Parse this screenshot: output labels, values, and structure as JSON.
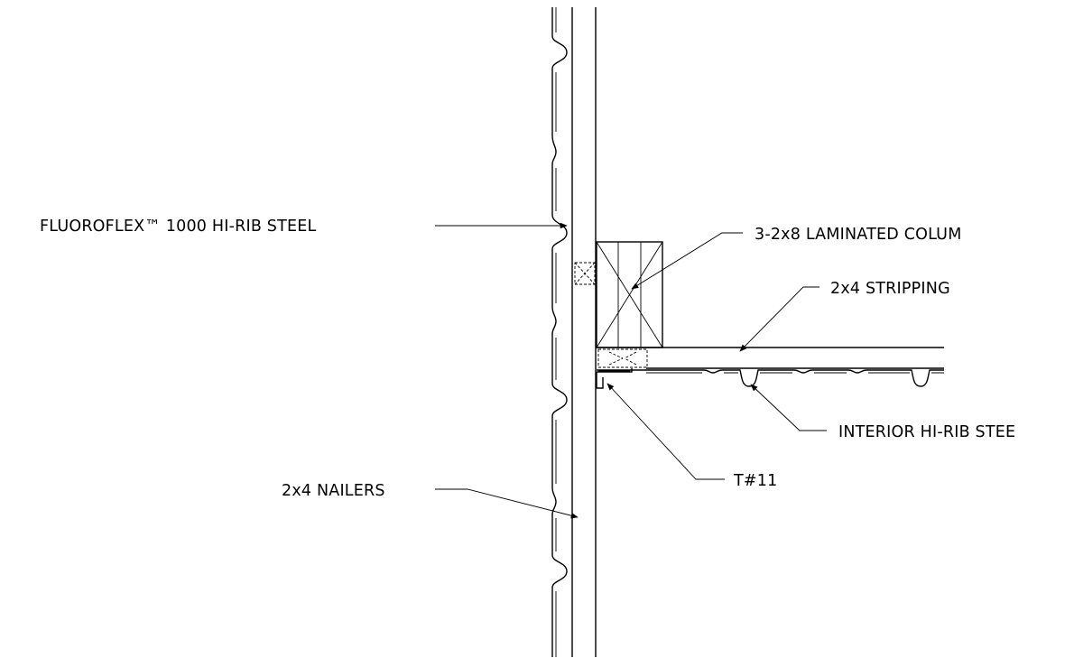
{
  "labels": {
    "fluoroflex": "FLUOROFLEX™ 1000 HI-RIB STEEL",
    "column": "3-2x8 LAMINATED COLUM",
    "stripping": "2x4 STRIPPING",
    "interior_steel": "INTERIOR HI-RIB STEE",
    "t11": "T#11",
    "nailers": "2x4 NAILERS"
  },
  "colors": {
    "line": "#000000",
    "background": "#ffffff"
  }
}
